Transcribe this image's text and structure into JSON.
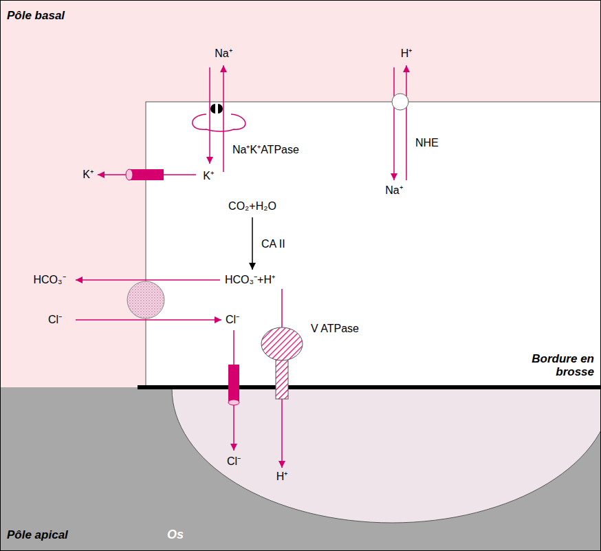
{
  "diagram": {
    "labels": [
      "Pôle basal",
      "Na⁺",
      "H⁺",
      "Na⁺K⁺ATPase",
      "NHE",
      "K⁺",
      "K⁺",
      "Na⁺",
      "CO₂+H₂O",
      "CA II",
      "HCO₃⁻",
      "HCO₃⁻+H⁺",
      "Cl⁻",
      "Cl⁻",
      "V ATPase",
      "Bordure en brosse",
      "Cl⁻",
      "H⁺",
      "Pôle apical",
      "Os"
    ]
  }
}
